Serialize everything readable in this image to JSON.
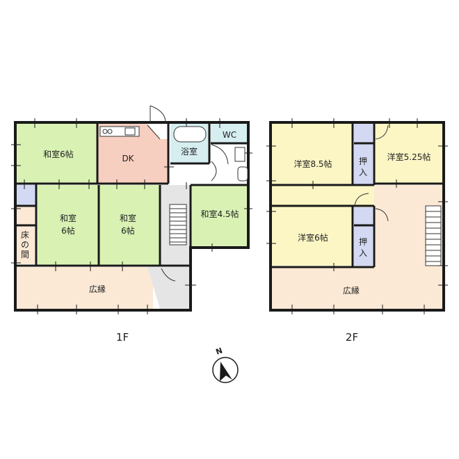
{
  "floor1": {
    "label": "1F",
    "rooms": {
      "washitsu_nw": "和室6帖",
      "dk": "DK",
      "yokushitsu": "浴室",
      "wc": "WC",
      "washitsu_mid_a_1": "和室",
      "washitsu_mid_a_2": "6帖",
      "washitsu_mid_b_1": "和室",
      "washitsu_mid_b_2": "6帖",
      "washitsu_small": "和室4.5帖",
      "tokonoma_1": "床",
      "tokonoma_2": "の",
      "tokonoma_3": "間",
      "hiroen": "広縁"
    }
  },
  "floor2": {
    "label": "2F",
    "rooms": {
      "youshitsu_large": "洋室8.5帖",
      "oshiire_1a": "押",
      "oshiire_1b": "入",
      "youshitsu_525": "洋室5.25帖",
      "youshitsu_6": "洋室6帖",
      "oshiire_2a": "押",
      "oshiire_2b": "入",
      "hiroen": "広縁"
    }
  },
  "compass": {
    "letter": "N",
    "icon": "north-arrow-icon"
  },
  "colors": {
    "tatami": "#d9f2b4",
    "kitchen": "#f7cfc0",
    "bath": "#d6eef0",
    "western": "#fbf6c4",
    "veranda": "#fbe9d6",
    "closet": "#d3d9f2",
    "hall": "#ffffff",
    "stair_area": "#e5e5e5",
    "wall": "#1a1a1a"
  }
}
